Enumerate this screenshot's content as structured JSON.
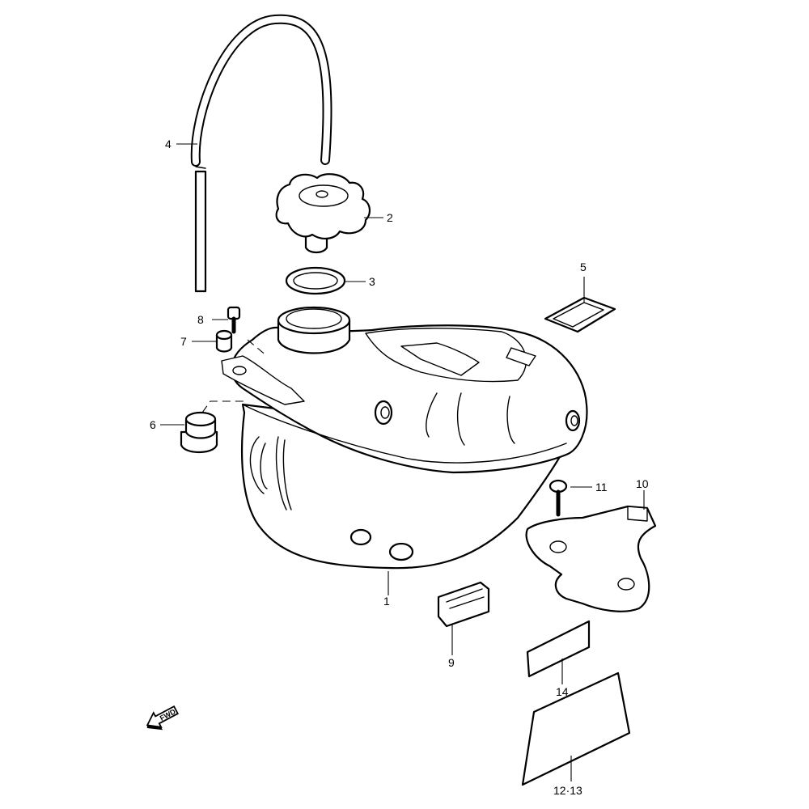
{
  "callouts": {
    "c1": "1",
    "c2": "2",
    "c3": "3",
    "c4": "4",
    "c5": "5",
    "c6": "6",
    "c7": "7",
    "c8": "8",
    "c9": "9",
    "c10": "10",
    "c11": "11",
    "c14": "14",
    "c1213": "12·13"
  },
  "fwd_label": "FWD"
}
